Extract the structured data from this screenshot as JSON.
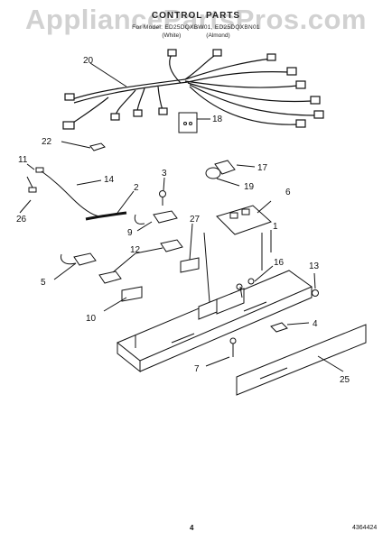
{
  "watermark": "AppliancePartsPros.com",
  "header": {
    "title": "CONTROL PARTS",
    "subtitle": "For Model: ED25DQXBW01, ED25DQXBN01",
    "color_white": "(White)",
    "color_almond": "(Almond)"
  },
  "callouts": {
    "c1": "1",
    "c2": "2",
    "c3": "3",
    "c4": "4",
    "c5": "5",
    "c6": "6",
    "c7": "7",
    "c9": "9",
    "c10": "10",
    "c11": "11",
    "c12": "12",
    "c13": "13",
    "c14": "14",
    "c16": "16",
    "c17": "17",
    "c18": "18",
    "c19": "19",
    "c20": "20",
    "c22": "22",
    "c25": "25",
    "c26": "26",
    "c27": "27"
  },
  "footer": {
    "page": "4",
    "doc_number": "4364424"
  }
}
